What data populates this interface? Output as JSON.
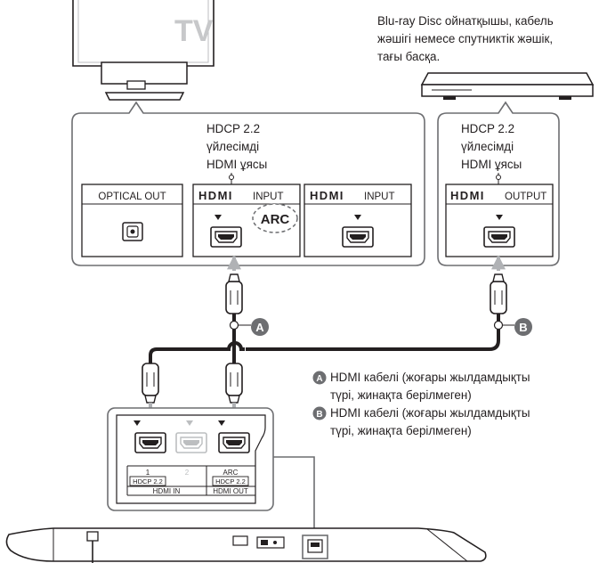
{
  "tv": {
    "label": "TV"
  },
  "player": {
    "description_lines": [
      "Blu-ray Disc ойнатқышы, кабель",
      "жәшігі немесе спутниктік жәшік,",
      "тағы басқа."
    ]
  },
  "tv_panel": {
    "hdcp_lines": [
      "HDCP 2.2",
      "үйлесімді",
      "HDMI ұясы"
    ],
    "optical_out": "OPTICAL OUT",
    "hdmi_logo": "HDMI",
    "input_label": "INPUT",
    "arc_label": "ARC"
  },
  "player_panel": {
    "hdcp_lines": [
      "HDCP 2.2",
      "үйлесімді",
      "HDMI ұясы"
    ],
    "hdmi_logo": "HDMI",
    "output_label": "OUTPUT"
  },
  "cables": {
    "a": {
      "badge": "A",
      "legend_lines": [
        "HDMI кабелі (жоғары жылдамдықты",
        "түрі, жинақта берілмеген)"
      ]
    },
    "b": {
      "badge": "B",
      "legend_lines": [
        "HDMI кабелі (жоғары жылдамдықты",
        "түрі, жинақта берілмеген)"
      ]
    }
  },
  "soundbar_panel": {
    "port1_number": "1",
    "port1_hdcp": "HDCP 2.2",
    "port2_number": "2",
    "arc_label": "ARC",
    "arc_hdcp": "HDCP 2.2",
    "hdmi_in_label": "HDMI IN",
    "hdmi_out_label": "HDMI OUT"
  },
  "colors": {
    "line": "#231f20",
    "frame": "#6d6e71",
    "muted": "#bcbec0",
    "cable_fill": "#ffffff"
  }
}
